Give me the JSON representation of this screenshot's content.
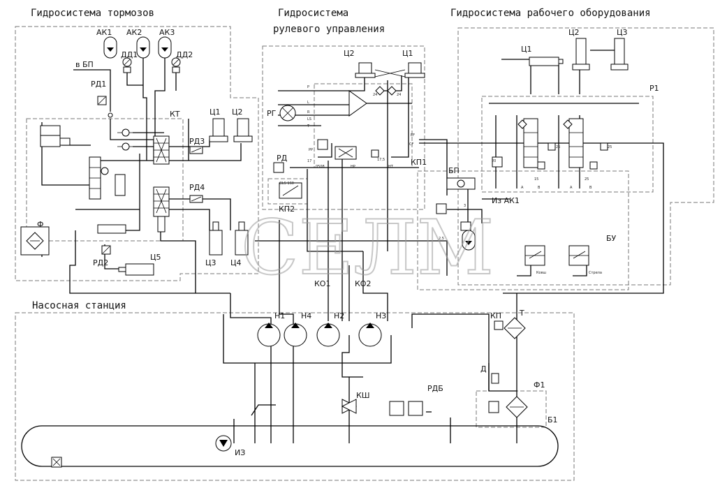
{
  "titles": {
    "brakes": "Гидросистема тормозов",
    "steering_1": "Гидросистема",
    "steering_2": "рулевого управления",
    "work": "Гидросистема рабочего оборудования",
    "pump": "Насосная станция"
  },
  "watermark": "СЕЛМ",
  "labels": {
    "ak1": "АК1",
    "ak2": "АК2",
    "ak3": "АК3",
    "dd1": "ДД1",
    "dd2": "ДД2",
    "to_bp": "в БП",
    "rd1": "РД1",
    "kt": "КТ",
    "c1_brake": "Ц1",
    "c2_brake": "Ц2",
    "rd3": "РД3",
    "rd4": "РД4",
    "f": "Ф",
    "rd2": "РД2",
    "c5": "Ц5",
    "c3_brake": "Ц3",
    "c4_brake": "Ц4",
    "c2_steer": "Ц2",
    "c1_steer": "Ц1",
    "rg": "РГ",
    "rd": "РД",
    "kp1": "КП1",
    "kp2": "КП2",
    "bp": "БП",
    "from_ak1": "Из АК1",
    "ko1": "КО1",
    "ko2": "КО2",
    "c2_work": "Ц2",
    "c3_work": "Ц3",
    "c1_work": "Ц1",
    "r1": "Р1",
    "bu": "БУ",
    "n1": "Н1",
    "n4": "Н4",
    "n2": "Н2",
    "n3": "Н3",
    "kp": "КП",
    "t": "Т",
    "d": "Д",
    "f1": "Ф1",
    "ksh": "КШ",
    "rdb": "РДБ",
    "iz": "ИЗ",
    "b1": "Б1"
  },
  "small_text": {
    "p": "P",
    "l": "L",
    "r": "R",
    "ls": "LS",
    "t": "T",
    "n24a": "24",
    "n24b": "24",
    "ef": "EF",
    "cf": "CF",
    "pp": "PP",
    "n175": "17,5",
    "hp": "HP",
    "ht": "HT",
    "n0508": "0508",
    "n17": "17",
    "gls": "GLS 160",
    "n3": "3",
    "n25a": "2,5",
    "n20": "20",
    "n15": "15",
    "n25b": "25",
    "n25c": "25",
    "n25d": "25",
    "a1": "A",
    "b1": "B",
    "a2": "A",
    "b2": "B",
    "kovsh": "Ковш",
    "strela": "Стрела"
  }
}
